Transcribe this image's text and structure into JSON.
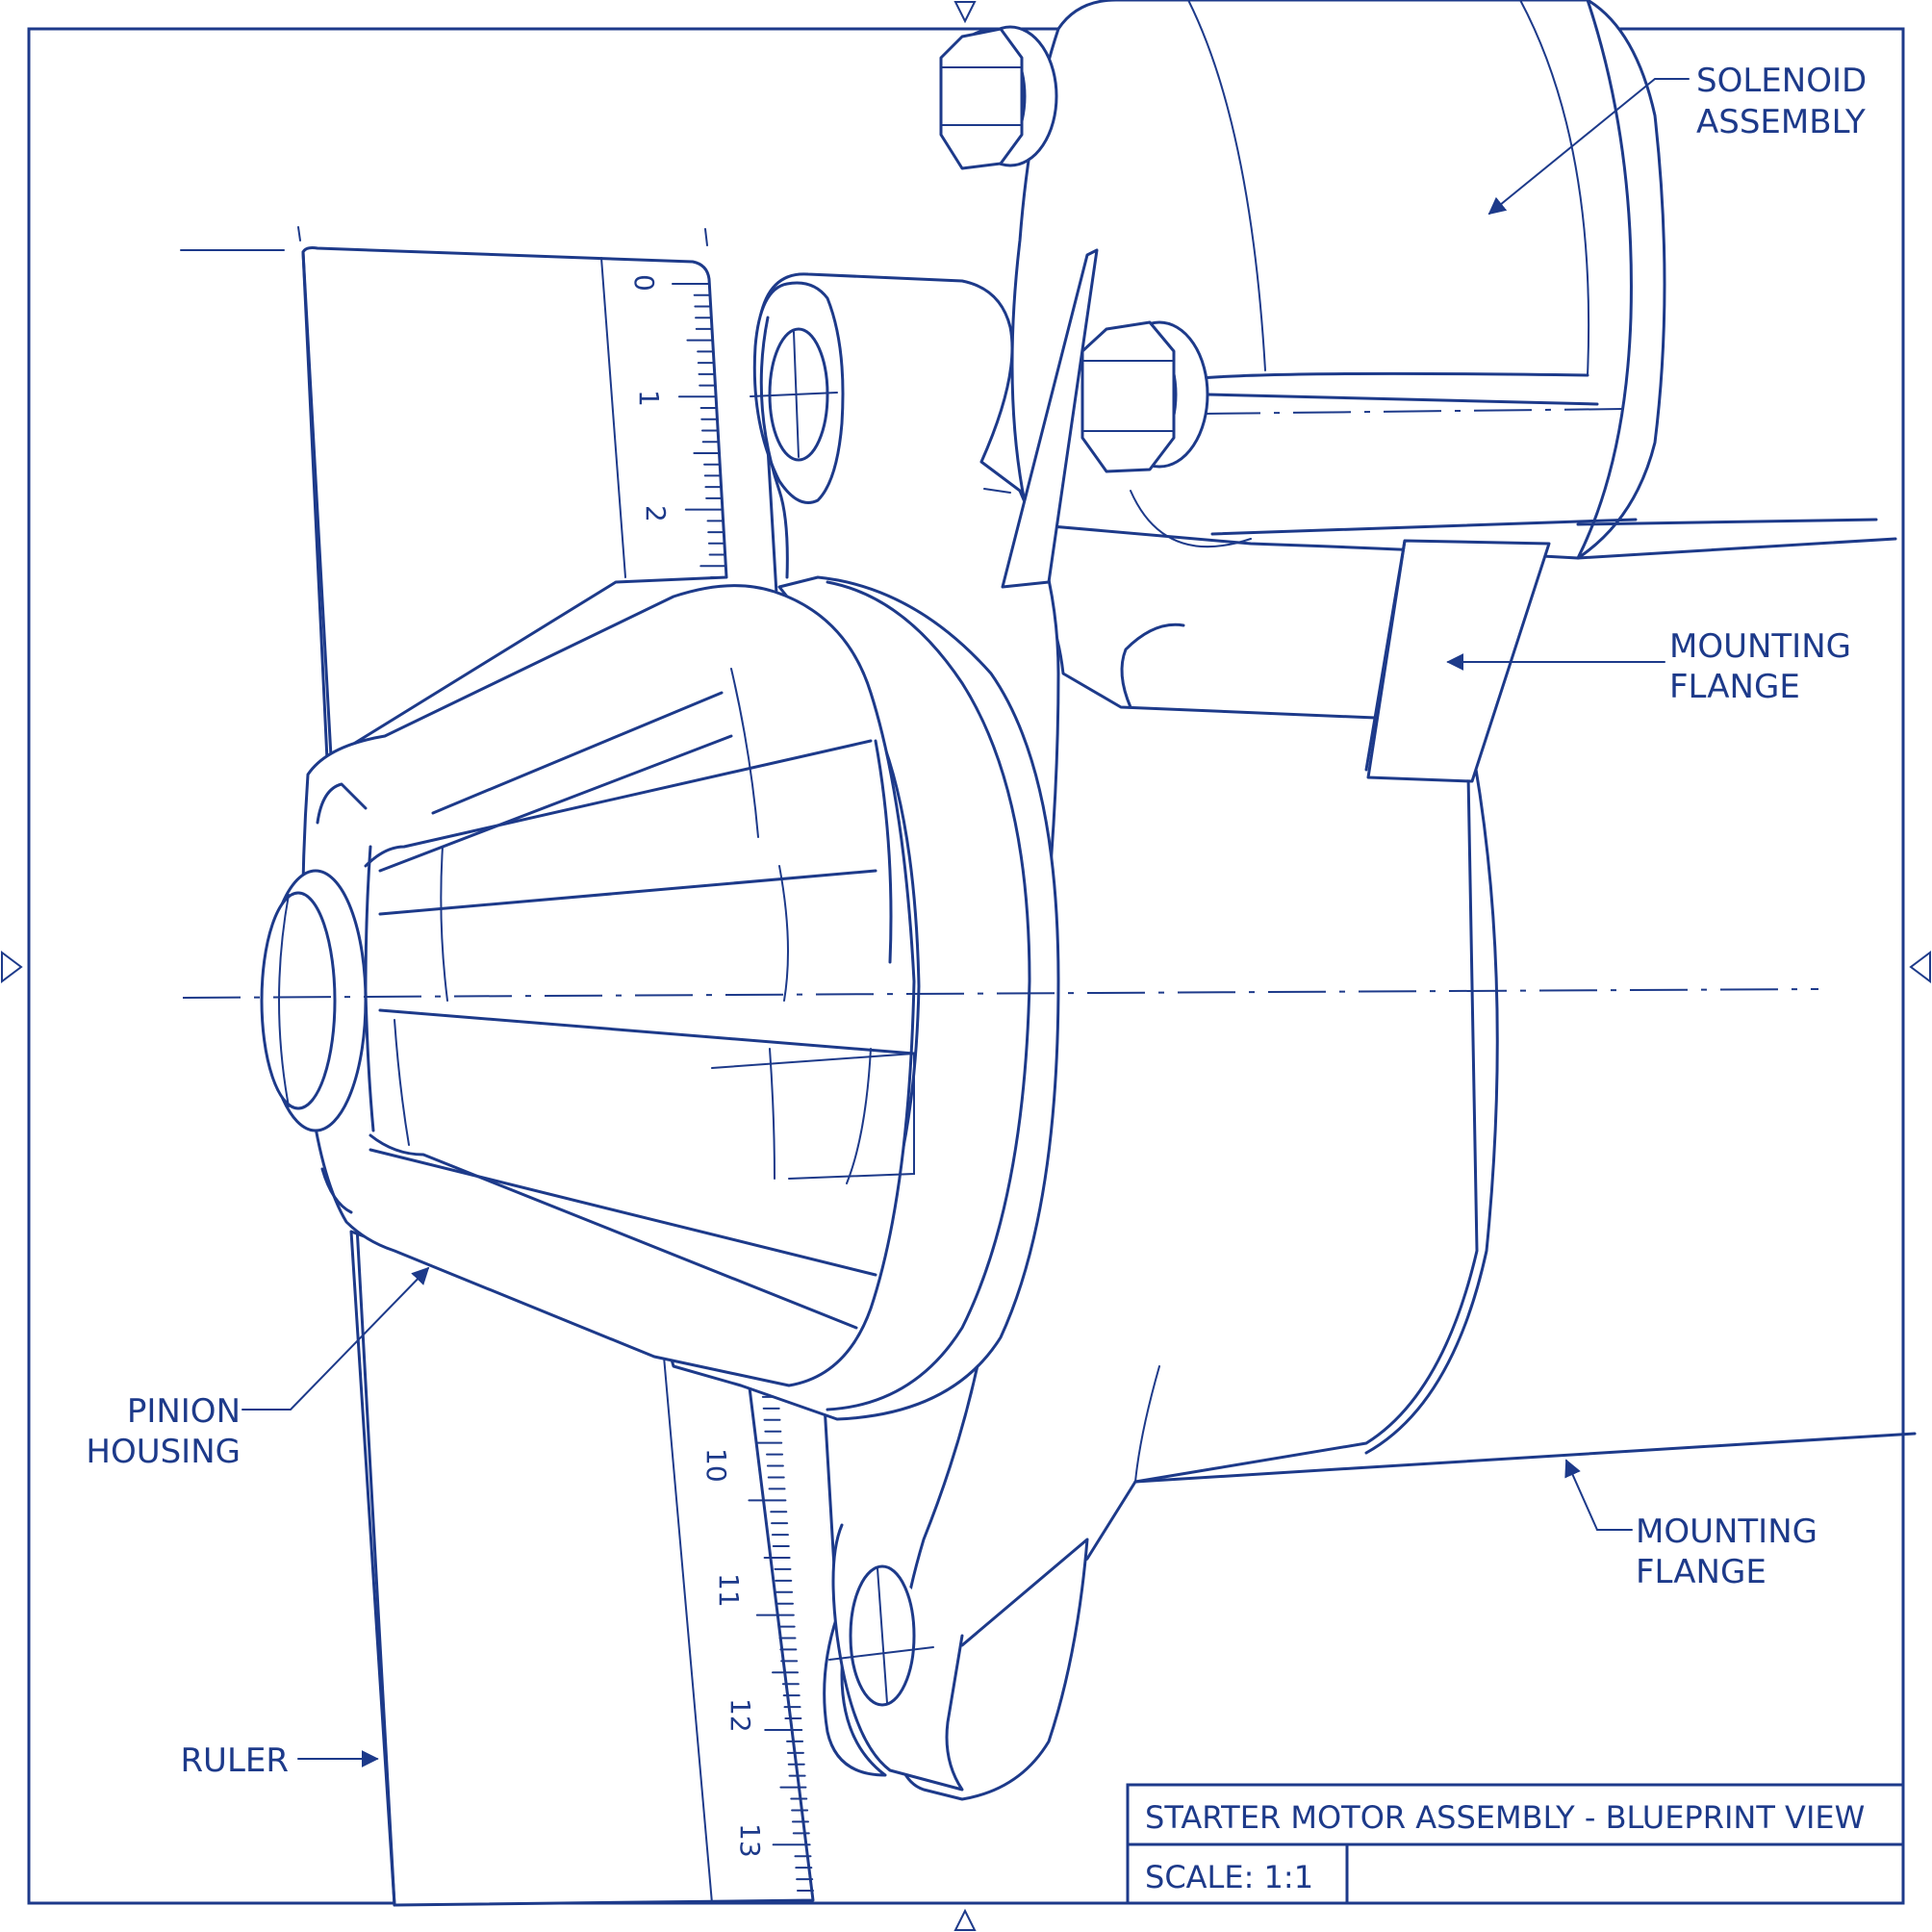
{
  "labels": {
    "solenoid_line1": "SOLENOID",
    "solenoid_line2": "ASSEMBLY",
    "flange_top_line1": "MOUNTING",
    "flange_top_line2": "FLANGE",
    "flange_bottom_line1": "MOUNTING",
    "flange_bottom_line2": "FLANGE",
    "pinion_line1": "PINION",
    "pinion_line2": "HOUSING",
    "ruler": "RULER"
  },
  "ruler": {
    "top_numbers": [
      "0",
      "1",
      "2"
    ],
    "bottom_numbers": [
      "10",
      "11",
      "12",
      "13"
    ]
  },
  "title_block": {
    "title": "STARTER MOTOR ASSEMBLY - BLUEPRINT VIEW",
    "scale": "SCALE: 1:1"
  },
  "colors": {
    "line": "#1d3a8a",
    "background": "#ffffff"
  }
}
